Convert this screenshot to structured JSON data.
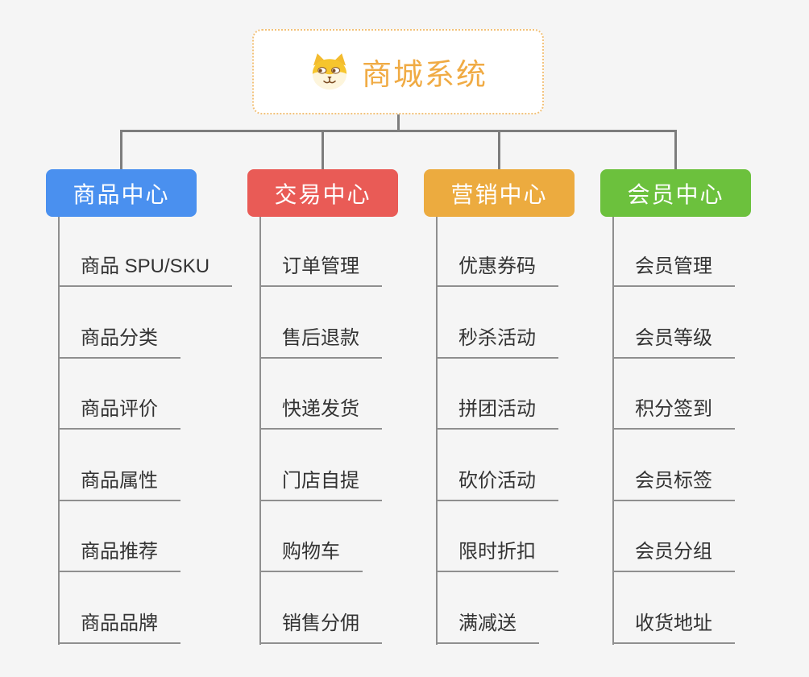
{
  "root": {
    "title": "商城系统",
    "icon": "dog-face-icon",
    "title_color": "#f0ab44",
    "border_color": "#f2c179"
  },
  "branches": [
    {
      "label": "商品中心",
      "color": "#4a90ef",
      "items": [
        "商品 SPU/SKU",
        "商品分类",
        "商品评价",
        "商品属性",
        "商品推荐",
        "商品品牌"
      ]
    },
    {
      "label": "交易中心",
      "color": "#e95b56",
      "items": [
        "订单管理",
        "售后退款",
        "快递发货",
        "门店自提",
        "购物车",
        "销售分佣"
      ]
    },
    {
      "label": "营销中心",
      "color": "#ecab3f",
      "items": [
        "优惠券码",
        "秒杀活动",
        "拼团活动",
        "砍价活动",
        "限时折扣",
        "满减送"
      ]
    },
    {
      "label": "会员中心",
      "color": "#6cc13d",
      "items": [
        "会员管理",
        "会员等级",
        "积分签到",
        "会员标签",
        "会员分组",
        "收货地址"
      ]
    }
  ],
  "colors": {
    "background": "#f5f5f5",
    "connector": "#7d7d7d",
    "list_line": "#8f8f8f",
    "leaf_text": "#333333"
  }
}
